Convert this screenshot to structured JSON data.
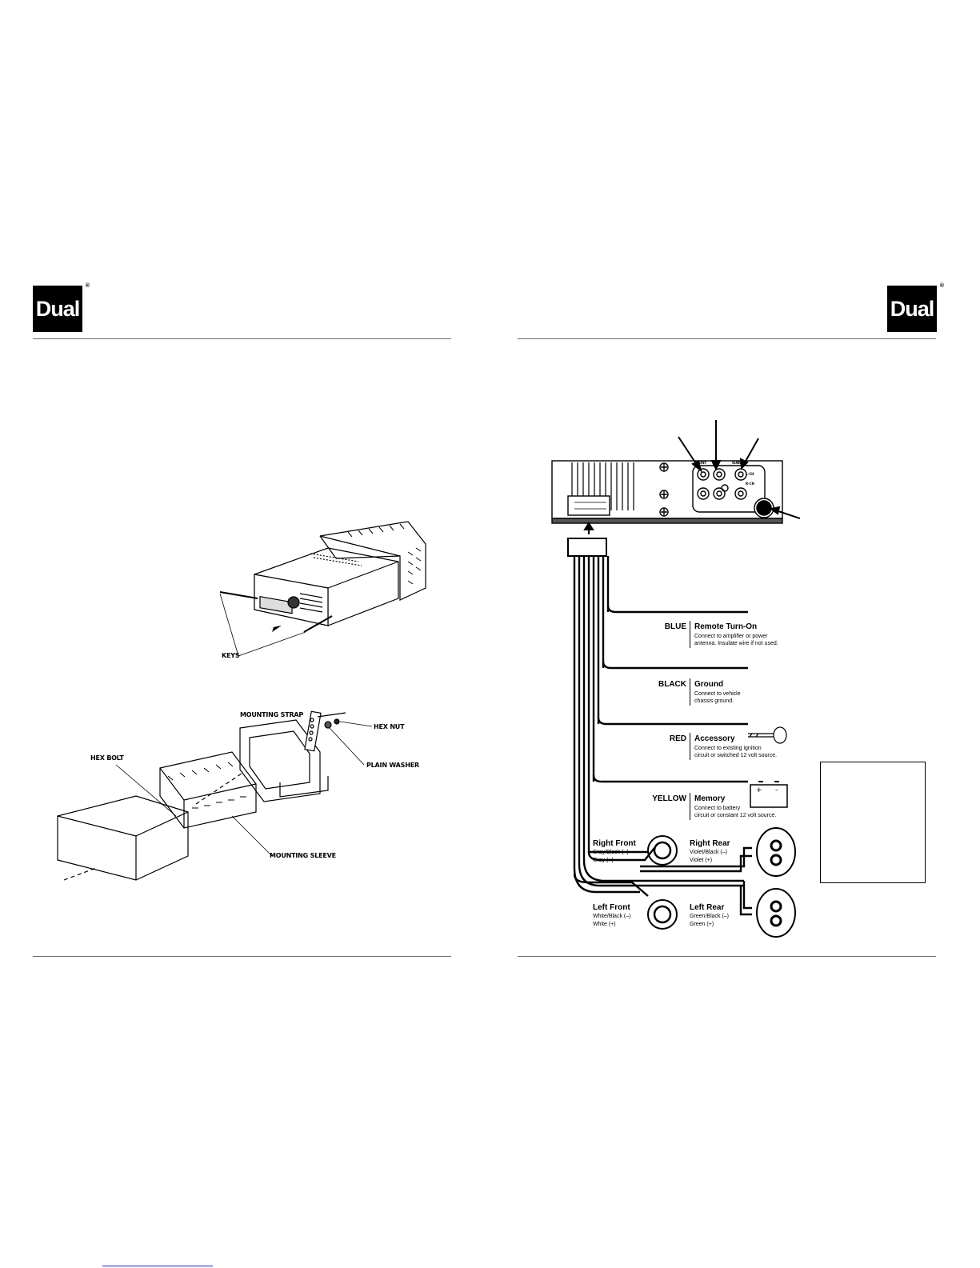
{
  "brand": {
    "logo_text": "Dual",
    "registered_mark": "®"
  },
  "left_page": {
    "figure_top": {
      "keys_label": "KEYS"
    },
    "figure_bottom": {
      "mounting_strap": "MOUNTING STRAP",
      "hex_nut": "HEX NUT",
      "plain_washer": "PLAIN WASHER",
      "hex_bolt": "HEX BOLT",
      "mounting_sleeve": "MOUNTING SLEEVE"
    }
  },
  "right_page": {
    "rear_panel": {
      "front_label": "FRONT",
      "subw_label": "SUBW",
      "lch_label": "L-CH",
      "rch_label": "R-CH"
    },
    "wires": [
      {
        "color_name": "BLUE",
        "title": "Remote Turn-On",
        "desc1": "Connect to amplifier or power",
        "desc2": "antenna. Insulate wire if not used."
      },
      {
        "color_name": "BLACK",
        "title": "Ground",
        "desc1": "Connect to vehicle",
        "desc2": "chassis ground."
      },
      {
        "color_name": "RED",
        "title": "Accessory",
        "desc1": "Connect to existing ignition",
        "desc2": "circuit or switched 12 volt source."
      },
      {
        "color_name": "YELLOW",
        "title": "Memory",
        "desc1": "Connect to battery",
        "desc2": "circuit or constant 12 volt source."
      }
    ],
    "battery": {
      "plus": "+",
      "minus": "-"
    },
    "speakers": {
      "right_front": {
        "name": "Right Front",
        "neg": "Gray/Black (–)",
        "pos": "Gray (+)"
      },
      "right_rear": {
        "name": "Right Rear",
        "neg": "Violet/Black (–)",
        "pos": "Violet (+)"
      },
      "left_front": {
        "name": "Left Front",
        "neg": "White/Black (–)",
        "pos": "White (+)"
      },
      "left_rear": {
        "name": "Left Rear",
        "neg": "Green/Black (–)",
        "pos": "Green (+)"
      }
    }
  }
}
